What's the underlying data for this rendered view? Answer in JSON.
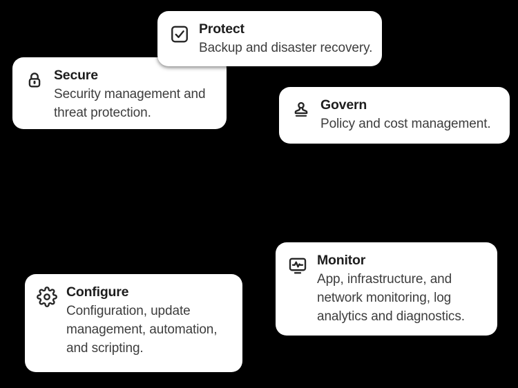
{
  "colors": {
    "background": "#000000",
    "card_background": "#ffffff",
    "title_text": "#1d1d1d",
    "description_text": "#3d3d3d",
    "icon_stroke": "#262626"
  },
  "cards": [
    {
      "id": "protect",
      "icon": "checkbox-check-icon",
      "title": "Protect",
      "description": "Backup and disaster recovery."
    },
    {
      "id": "secure",
      "icon": "padlock-icon",
      "title": "Secure",
      "description": "Security management and\nthreat protection."
    },
    {
      "id": "govern",
      "icon": "stamp-icon",
      "title": "Govern",
      "description": "Policy and cost management."
    },
    {
      "id": "monitor",
      "icon": "monitor-pulse-icon",
      "title": "Monitor",
      "description": "App, infrastructure, and\nnetwork monitoring, log\nanalytics and diagnostics."
    },
    {
      "id": "configure",
      "icon": "gear-icon",
      "title": "Configure",
      "description": "Configuration, update\nmanagement, automation,\nand scripting."
    }
  ]
}
